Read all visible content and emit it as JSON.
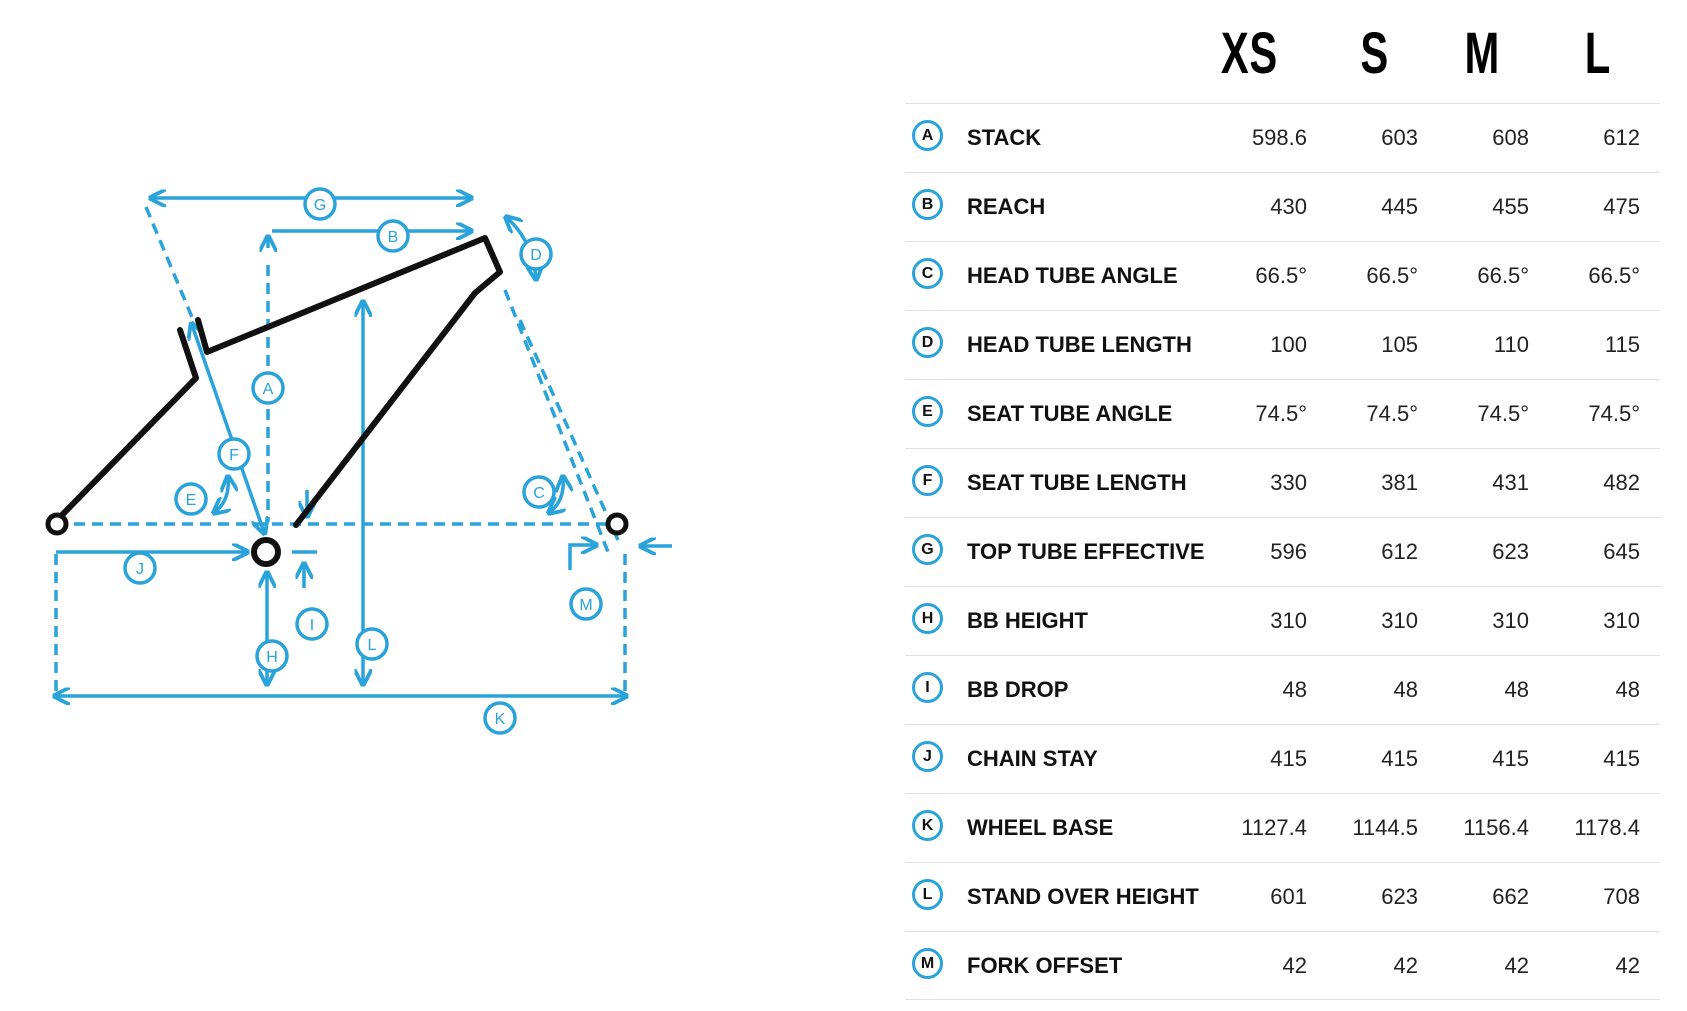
{
  "sizes": [
    "XS",
    "S",
    "M",
    "L"
  ],
  "diagram_labels": [
    "A",
    "B",
    "C",
    "D",
    "E",
    "F",
    "G",
    "H",
    "I",
    "J",
    "K",
    "L",
    "M"
  ],
  "colors": {
    "accent": "#29a3d9",
    "frame": "#111111",
    "divider": "#e2e2e2"
  },
  "rows": [
    {
      "key": "A",
      "label": "STACK",
      "values": [
        "598.6",
        "603",
        "608",
        "612"
      ]
    },
    {
      "key": "B",
      "label": "REACH",
      "values": [
        "430",
        "445",
        "455",
        "475"
      ]
    },
    {
      "key": "C",
      "label": "HEAD TUBE ANGLE",
      "values": [
        "66.5°",
        "66.5°",
        "66.5°",
        "66.5°"
      ]
    },
    {
      "key": "D",
      "label": "HEAD TUBE LENGTH",
      "values": [
        "100",
        "105",
        "110",
        "115"
      ]
    },
    {
      "key": "E",
      "label": "SEAT TUBE ANGLE",
      "values": [
        "74.5°",
        "74.5°",
        "74.5°",
        "74.5°"
      ]
    },
    {
      "key": "F",
      "label": "SEAT TUBE LENGTH",
      "values": [
        "330",
        "381",
        "431",
        "482"
      ]
    },
    {
      "key": "G",
      "label": "TOP TUBE EFFECTIVE",
      "values": [
        "596",
        "612",
        "623",
        "645"
      ]
    },
    {
      "key": "H",
      "label": "BB HEIGHT",
      "values": [
        "310",
        "310",
        "310",
        "310"
      ]
    },
    {
      "key": "I",
      "label": "BB DROP",
      "values": [
        "48",
        "48",
        "48",
        "48"
      ]
    },
    {
      "key": "J",
      "label": "CHAIN STAY",
      "values": [
        "415",
        "415",
        "415",
        "415"
      ]
    },
    {
      "key": "K",
      "label": "WHEEL BASE",
      "values": [
        "1127.4",
        "1144.5",
        "1156.4",
        "1178.4"
      ]
    },
    {
      "key": "L",
      "label": "STAND OVER HEIGHT",
      "values": [
        "601",
        "623",
        "662",
        "708"
      ]
    },
    {
      "key": "M",
      "label": "FORK OFFSET",
      "values": [
        "42",
        "42",
        "42",
        "42"
      ]
    }
  ]
}
